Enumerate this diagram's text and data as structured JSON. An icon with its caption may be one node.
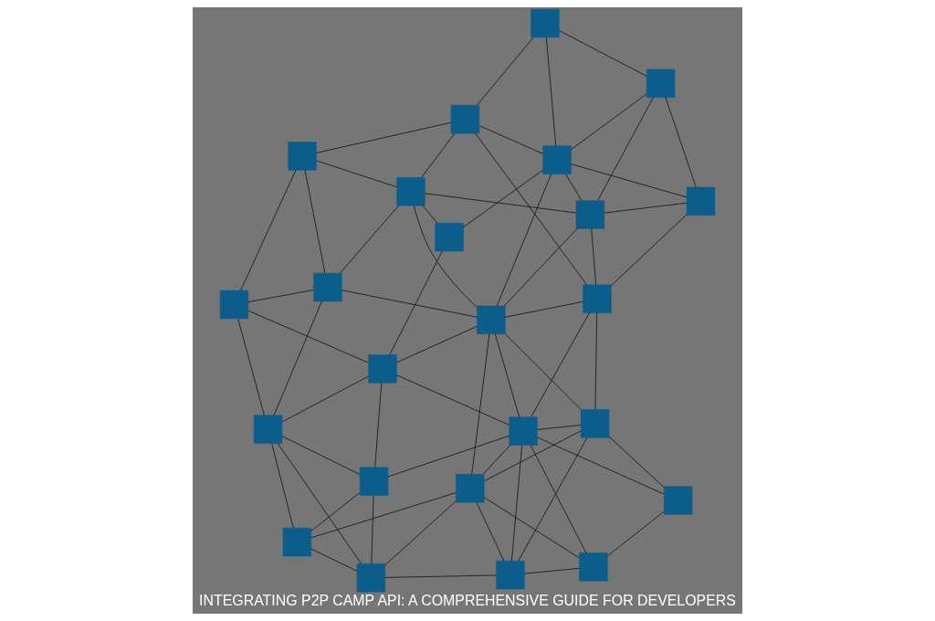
{
  "diagram": {
    "title": "INTEGRATING P2P CAMP API: A COMPREHENSIVE GUIDE FOR DEVELOPERS",
    "nodes": [
      {
        "text": [],
        "shape": "box"
      },
      {
        "text": [],
        "shape": "box"
      },
      {
        "text": [],
        "shape": "box"
      },
      {
        "text": [],
        "shape": "box"
      },
      {
        "text": [],
        "shape": "box"
      },
      {
        "text": [],
        "shape": "box"
      },
      {
        "text": [],
        "shape": "box"
      },
      {
        "text": [],
        "shape": "box"
      },
      {
        "text": [],
        "shape": "box"
      },
      {
        "text": [],
        "shape": "box"
      },
      {
        "text": [],
        "shape": "box"
      },
      {
        "text": [],
        "shape": "box"
      },
      {
        "text": [],
        "shape": "box"
      },
      {
        "text": [],
        "shape": "box"
      },
      {
        "text": [],
        "shape": "box"
      },
      {
        "text": [],
        "shape": "box"
      },
      {
        "text": [],
        "shape": "box"
      },
      {
        "text": [],
        "shape": "box"
      },
      {
        "text": [],
        "shape": "box"
      },
      {
        "text": [],
        "shape": "box"
      },
      {
        "text": [],
        "shape": "box"
      },
      {
        "text": [],
        "shape": "box"
      },
      {
        "text": [],
        "shape": "box"
      },
      {
        "text": [],
        "shape": "box"
      }
    ],
    "edges": [
      {
        "from": 0,
        "to": 1,
        "arrow": "none"
      },
      {
        "from": 0,
        "to": 4,
        "arrow": "none"
      },
      {
        "from": 0,
        "to": 5,
        "arrow": "none"
      },
      {
        "from": 0,
        "to": 9,
        "arrow": "none"
      },
      {
        "from": 1,
        "to": 2,
        "arrow": "none"
      },
      {
        "from": 1,
        "to": 5,
        "arrow": "none"
      },
      {
        "from": 2,
        "to": 3,
        "arrow": "none"
      },
      {
        "from": 2,
        "to": 4,
        "arrow": "none"
      },
      {
        "from": 2,
        "to": 5,
        "arrow": "none"
      },
      {
        "from": 2,
        "to": 6,
        "arrow": "none"
      },
      {
        "from": 2,
        "to": 9,
        "arrow": "none"
      },
      {
        "from": 3,
        "to": 5,
        "arrow": "none"
      },
      {
        "from": 3,
        "to": 6,
        "arrow": "none"
      },
      {
        "from": 3,
        "to": 7,
        "arrow": "none"
      },
      {
        "from": 3,
        "to": 8,
        "arrow": "none"
      },
      {
        "from": 3,
        "to": 19,
        "arrow": "none"
      },
      {
        "from": 4,
        "to": 5,
        "arrow": "none"
      },
      {
        "from": 4,
        "to": 9,
        "arrow": "none"
      },
      {
        "from": 4,
        "to": 15,
        "arrow": "none"
      },
      {
        "from": 5,
        "to": 6,
        "arrow": "none"
      },
      {
        "from": 5,
        "to": 9,
        "arrow": "none"
      },
      {
        "from": 5,
        "to": 10,
        "arrow": "none"
      },
      {
        "from": 5,
        "to": 11,
        "arrow": "none"
      },
      {
        "from": 6,
        "to": 7,
        "arrow": "none"
      },
      {
        "from": 6,
        "to": 9,
        "arrow": "none"
      },
      {
        "from": 6,
        "to": 11,
        "arrow": "none"
      },
      {
        "from": 6,
        "to": 13,
        "arrow": "none"
      },
      {
        "from": 6,
        "to": 17,
        "arrow": "none"
      },
      {
        "from": 6,
        "to": 18,
        "arrow": "none"
      },
      {
        "from": 7,
        "to": 8,
        "arrow": "none"
      },
      {
        "from": 7,
        "to": 13,
        "arrow": "none"
      },
      {
        "from": 7,
        "to": 14,
        "arrow": "none"
      },
      {
        "from": 7,
        "to": 18,
        "arrow": "none"
      },
      {
        "from": 8,
        "to": 13,
        "arrow": "none"
      },
      {
        "from": 8,
        "to": 14,
        "arrow": "none"
      },
      {
        "from": 9,
        "to": 15,
        "arrow": "none"
      },
      {
        "from": 9,
        "to": 21,
        "arrow": "none"
      },
      {
        "from": 10,
        "to": 11,
        "arrow": "none"
      },
      {
        "from": 10,
        "to": 15,
        "arrow": "none"
      },
      {
        "from": 10,
        "to": 16,
        "arrow": "none"
      },
      {
        "from": 10,
        "to": 21,
        "arrow": "none"
      },
      {
        "from": 11,
        "to": 12,
        "arrow": "none"
      },
      {
        "from": 11,
        "to": 16,
        "arrow": "none"
      },
      {
        "from": 11,
        "to": 22,
        "arrow": "none"
      },
      {
        "from": 12,
        "to": 13,
        "arrow": "none"
      },
      {
        "from": 12,
        "to": 18,
        "arrow": "none"
      },
      {
        "from": 13,
        "to": 14,
        "arrow": "none"
      },
      {
        "from": 13,
        "to": 19,
        "arrow": "none"
      },
      {
        "from": 13,
        "to": 20,
        "arrow": "none"
      },
      {
        "from": 14,
        "to": 20,
        "arrow": "none"
      },
      {
        "from": 15,
        "to": 16,
        "arrow": "none"
      },
      {
        "from": 15,
        "to": 21,
        "arrow": "none"
      },
      {
        "from": 16,
        "to": 17,
        "arrow": "none"
      },
      {
        "from": 16,
        "to": 21,
        "arrow": "none"
      },
      {
        "from": 16,
        "to": 22,
        "arrow": "none"
      },
      {
        "from": 17,
        "to": 18,
        "arrow": "none"
      },
      {
        "from": 17,
        "to": 22,
        "arrow": "none"
      },
      {
        "from": 17,
        "to": 23,
        "arrow": "none"
      },
      {
        "from": 18,
        "to": 19,
        "arrow": "none"
      },
      {
        "from": 18,
        "to": 23,
        "arrow": "none"
      },
      {
        "from": 19,
        "to": 20,
        "arrow": "none"
      },
      {
        "from": 19,
        "to": 23,
        "arrow": "none"
      },
      {
        "from": 22,
        "to": 23,
        "arrow": "none"
      }
    ]
  }
}
